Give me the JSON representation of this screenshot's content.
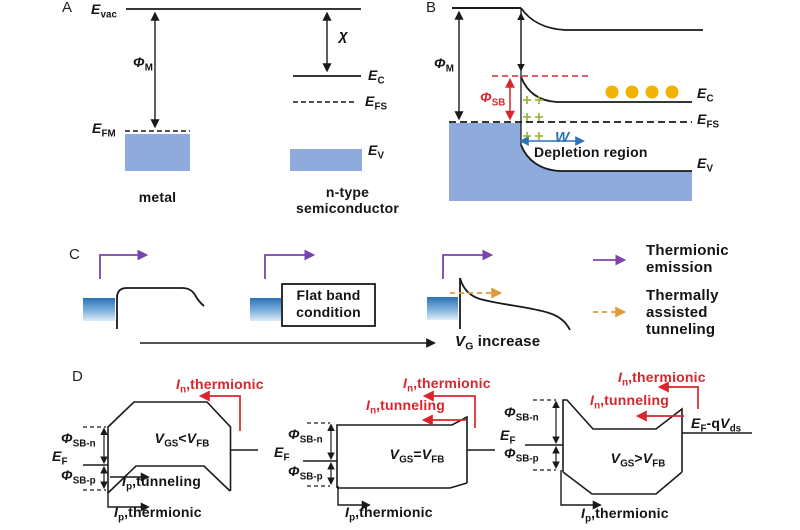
{
  "figure": {
    "description": "Band diagrams of metal/n-type semiconductor Schottky contact and Schottky-barrier transistor operation"
  },
  "colors": {
    "ink": "#1a1a1a",
    "red": "#d8262c",
    "purple": "#7a44ad",
    "orange": "#e09a3b",
    "wblue": "#2e74b5",
    "gold": "#f2b200",
    "green": "#9cb83f",
    "metal": "#8FAADC",
    "contact-grad-top": "#2a72b5",
    "contact-grad-bottom": "#ddecf8"
  },
  "panels": {
    "a": {
      "tag": "A",
      "e_vac": [
        {
          "t": "E",
          "i": 1
        },
        {
          "t": "vac",
          "s": 1
        }
      ],
      "phi_m": [
        {
          "t": "Φ",
          "i": 1
        },
        {
          "t": "M",
          "s": 1
        }
      ],
      "e_fm": [
        {
          "t": "E",
          "i": 1
        },
        {
          "t": "FM",
          "s": 1
        }
      ],
      "chi": [
        {
          "t": "χ",
          "i": 1
        }
      ],
      "e_c": [
        {
          "t": "E",
          "i": 1
        },
        {
          "t": "C",
          "s": 1
        }
      ],
      "e_fs": [
        {
          "t": "E",
          "i": 1
        },
        {
          "t": "FS",
          "s": 1
        }
      ],
      "e_v": [
        {
          "t": "E",
          "i": 1
        },
        {
          "t": "V",
          "s": 1
        }
      ],
      "metal": "metal",
      "semi1": "n-type",
      "semi2": "semiconductor"
    },
    "b": {
      "tag": "B",
      "phi_m": [
        {
          "t": "Φ",
          "i": 1
        },
        {
          "t": "M",
          "s": 1
        }
      ],
      "phi_sb": [
        {
          "t": "Φ",
          "i": 1
        },
        {
          "t": "SB",
          "s": 1
        }
      ],
      "e_c": [
        {
          "t": "E",
          "i": 1
        },
        {
          "t": "C",
          "s": 1
        }
      ],
      "e_fs": [
        {
          "t": "E",
          "i": 1
        },
        {
          "t": "FS",
          "s": 1
        }
      ],
      "e_v": [
        {
          "t": "E",
          "i": 1
        },
        {
          "t": "V",
          "s": 1
        }
      ],
      "w": [
        {
          "t": "W",
          "i": 1
        }
      ],
      "depletion": "Depletion region",
      "electron_count": 4,
      "plus_count": 6
    },
    "c": {
      "tag": "C",
      "flat1": "Flat band",
      "flat2": "condition",
      "vg_increase": [
        {
          "t": "V",
          "i": 1
        },
        {
          "t": "G",
          "s": 1
        },
        {
          "t": " increase"
        }
      ],
      "legend": {
        "thermionic1": "Thermionic",
        "thermionic2": "emission",
        "tat1": "Thermally",
        "tat2": "assisted",
        "tat3": "tunneling"
      }
    },
    "d": {
      "tag": "D",
      "in_thermionic": [
        {
          "t": "I",
          "i": 1
        },
        {
          "t": "n",
          "s": 1
        },
        {
          "t": ",thermionic"
        }
      ],
      "in_tunneling": [
        {
          "t": "I",
          "i": 1
        },
        {
          "t": "n",
          "s": 1
        },
        {
          "t": ",tunneling"
        }
      ],
      "ip_thermionic": [
        {
          "t": "I",
          "i": 1
        },
        {
          "t": "p",
          "s": 1
        },
        {
          "t": ",thermionic"
        }
      ],
      "ip_tunneling": [
        {
          "t": "I",
          "i": 1
        },
        {
          "t": "p",
          "s": 1
        },
        {
          "t": ",tunneling"
        }
      ],
      "phi_sbn": [
        {
          "t": "Φ",
          "i": 1
        },
        {
          "t": "SB-n",
          "s": 1
        }
      ],
      "phi_sbp": [
        {
          "t": "Φ",
          "i": 1
        },
        {
          "t": "SB-p",
          "s": 1
        }
      ],
      "e_f": [
        {
          "t": "E",
          "i": 1
        },
        {
          "t": "F",
          "s": 1
        }
      ],
      "ef_qvds": [
        {
          "t": "E",
          "i": 1
        },
        {
          "t": "F",
          "s": 1
        },
        {
          "t": "-q"
        },
        {
          "t": "V",
          "i": 1
        },
        {
          "t": "ds",
          "s": 1
        }
      ],
      "vgs_lt_vfb": [
        {
          "t": "V",
          "i": 1
        },
        {
          "t": "GS",
          "s": 1
        },
        {
          "t": "<"
        },
        {
          "t": "V",
          "i": 1
        },
        {
          "t": "FB",
          "s": 1
        }
      ],
      "vgs_eq_vfb": [
        {
          "t": "V",
          "i": 1
        },
        {
          "t": "GS",
          "s": 1
        },
        {
          "t": "="
        },
        {
          "t": "V",
          "i": 1
        },
        {
          "t": "FB",
          "s": 1
        }
      ],
      "vgs_gt_vfb": [
        {
          "t": "V",
          "i": 1
        },
        {
          "t": "GS",
          "s": 1
        },
        {
          "t": ">"
        },
        {
          "t": "V",
          "i": 1
        },
        {
          "t": "FB",
          "s": 1
        }
      ]
    }
  }
}
